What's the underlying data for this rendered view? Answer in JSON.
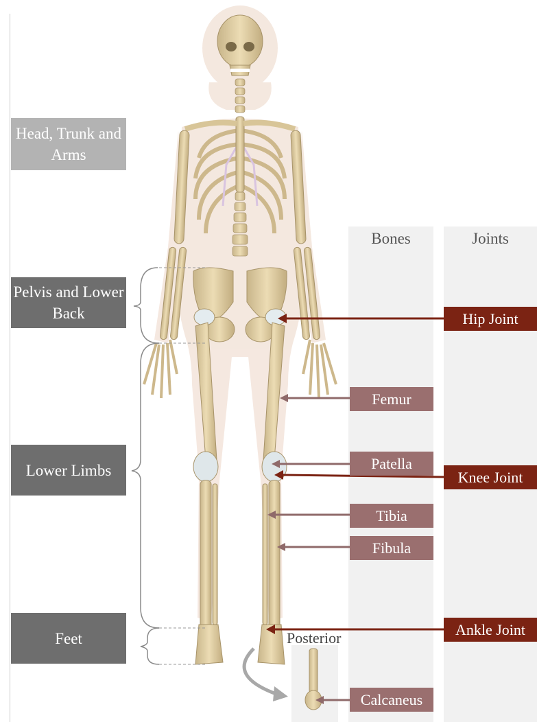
{
  "columns": {
    "bones": "Bones",
    "joints": "Joints"
  },
  "regions": {
    "head_trunk_arms": "Head, Trunk and Arms",
    "pelvis_lower_back": "Pelvis and Lower Back",
    "lower_limbs": "Lower Limbs",
    "feet": "Feet"
  },
  "bones": {
    "femur": "Femur",
    "patella": "Patella",
    "tibia": "Tibia",
    "fibula": "Fibula",
    "calcaneus": "Calcaneus"
  },
  "joints": {
    "hip": "Hip Joint",
    "knee": "Knee Joint",
    "ankle": "Ankle Joint"
  },
  "inset_label": "Posterior",
  "colors": {
    "region_light": "#b3b3b3",
    "region_dark": "#6e6e6e",
    "bone_label": "#9a6f6f",
    "joint_label": "#7b2313",
    "column_bg": "#f1f1f1"
  }
}
